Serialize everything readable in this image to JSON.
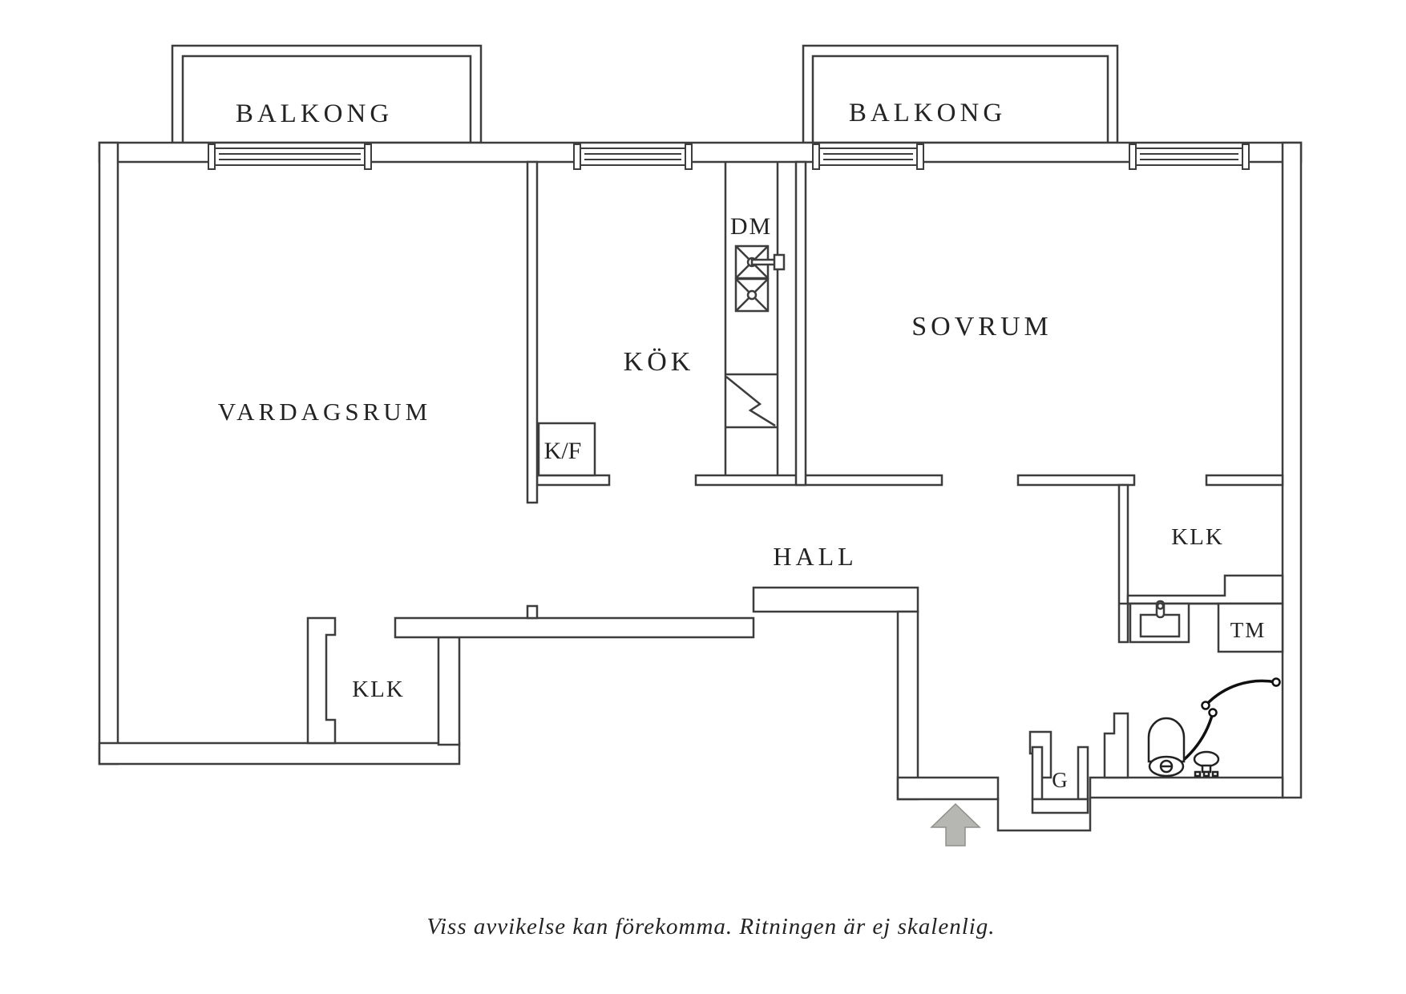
{
  "floorplan": {
    "balconies": [
      {
        "label": "BALKONG"
      },
      {
        "label": "BALKONG"
      }
    ],
    "rooms": {
      "vardagsrum": "VARDAGSRUM",
      "kok": "KÖK",
      "sovrum": "SOVRUM",
      "hall": "HALL",
      "klk_left": "KLK",
      "klk_right": "KLK"
    },
    "appliances": {
      "dm": "DM",
      "kf": "K/F",
      "tm": "TM",
      "g": "G"
    },
    "footer": {
      "disclaimer": "Viss avvikelse kan förekomma. Ritningen är ej skalenlig."
    },
    "colors": {
      "line": "#3d3d3d",
      "text": "#232323",
      "arrow_fill": "#b6b6b2",
      "arrow_stroke": "#8f8f8b"
    }
  }
}
